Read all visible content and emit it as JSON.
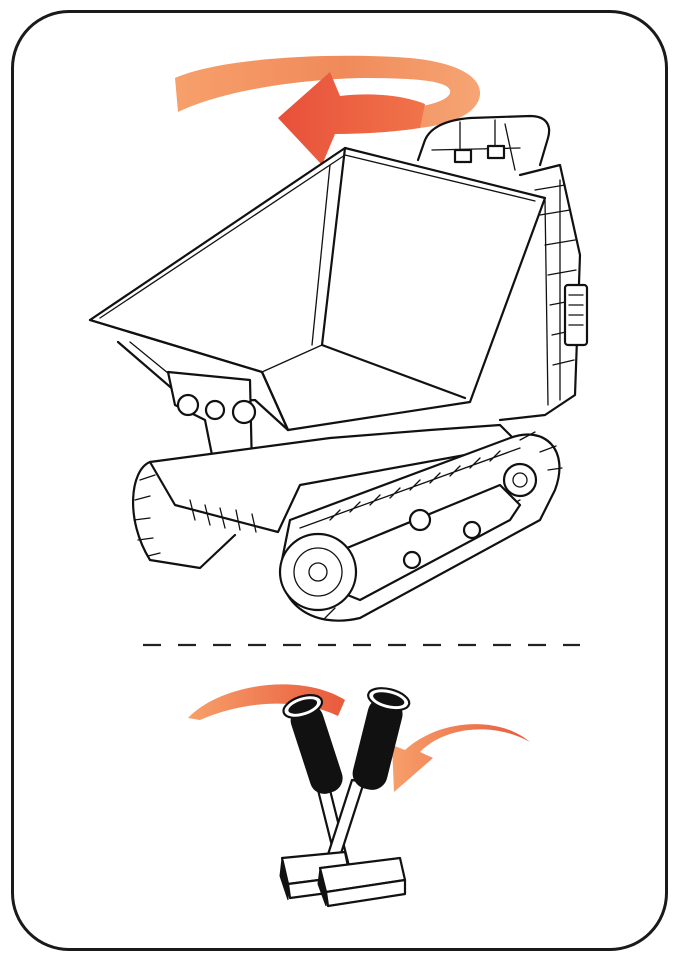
{
  "figure": {
    "accent_colors": {
      "arrow_light": "#F7A06B",
      "arrow_dark": "#E8503A"
    },
    "illustrations": [
      "tracked-mini-dumper",
      "rotation-arrow",
      "control-levers",
      "lever-direction-arrows"
    ],
    "divider": "dashed"
  }
}
